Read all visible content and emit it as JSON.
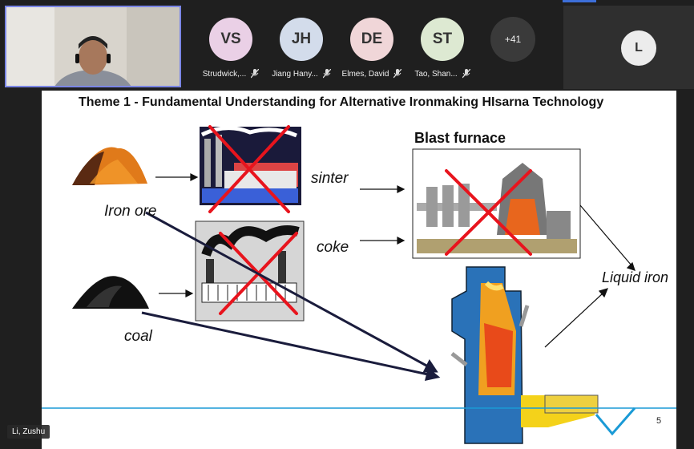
{
  "participants": [
    {
      "initials": "VS",
      "name": "Strudwick,...",
      "color": "#ead0e6",
      "muted": true
    },
    {
      "initials": "JH",
      "name": "Jiang Hany...",
      "color": "#d3dceb",
      "muted": true
    },
    {
      "initials": "DE",
      "name": "Elmes, David",
      "color": "#f0d6d8",
      "muted": true
    },
    {
      "initials": "ST",
      "name": "Tao, Shan...",
      "color": "#dde9d2",
      "muted": true
    }
  ],
  "more_participants": "+41",
  "tile_l_initial": "L",
  "self_name": "Li, Zushu",
  "slide": {
    "title": "Theme 1 - Fundamental Understanding for Alternative Ironmaking HIsarna Technology",
    "iron_ore": "Iron ore",
    "coal": "coal",
    "sinter": "sinter",
    "coke": "coke",
    "blast_furnace": "Blast furnace",
    "liquid_iron": "Liquid iron",
    "page": "5"
  },
  "colors": {
    "accent_blue": "#1a9ad6",
    "cross_red": "#e8141d",
    "self_border": "#7b86e6"
  }
}
